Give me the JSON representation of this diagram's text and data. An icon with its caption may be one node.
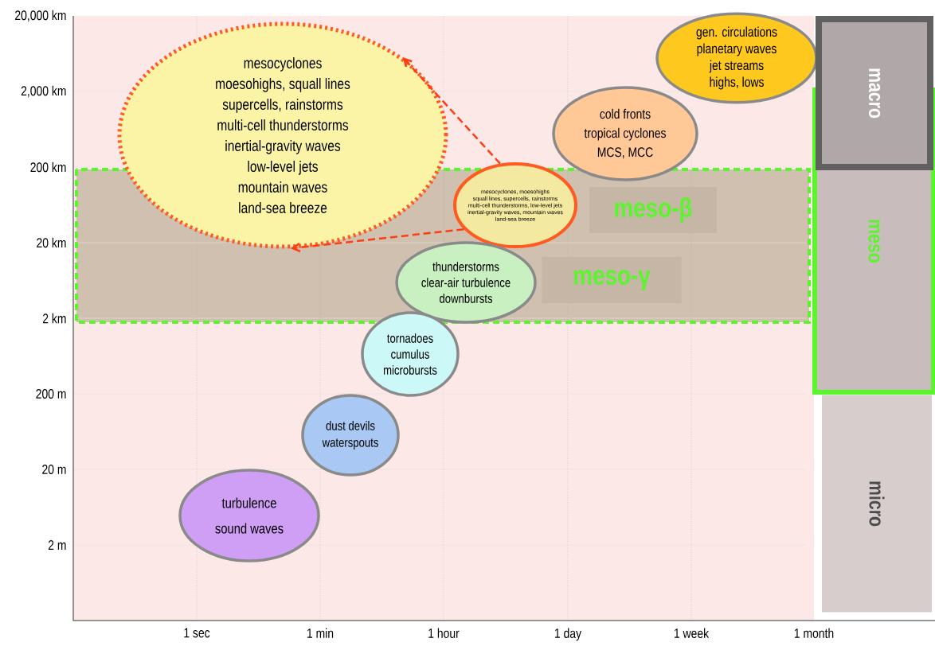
{
  "diagram": {
    "nodes": [
      {
        "text": [
          "mesocyclones",
          "moesohighs, squall lines",
          "supercells, rainstorms",
          "multi-cell thunderstorms",
          "inertial-gravity waves",
          "low-level jets",
          "mountain waves",
          "land-sea breeze"
        ]
      },
      {
        "text": [
          "gen. circulations",
          "planetary waves",
          "jet streams",
          "highs, lows"
        ]
      },
      {
        "text": [
          "cold fronts",
          "tropical cyclones",
          "MCS, MCC"
        ]
      },
      {
        "text": [
          "mesocyclones, moesohighs",
          "squall lines, supercells, rainstorms",
          "multi-cell thunderstorms, low-level jets",
          "inertial-gravity waves, mountain waves",
          "land-sea breeze"
        ]
      },
      {
        "text": [
          "meso-β"
        ]
      },
      {
        "text": [
          "thunderstorms",
          "clear-air turbulence",
          "downbursts"
        ]
      },
      {
        "text": [
          "meso-γ"
        ]
      },
      {
        "text": [
          "tornadoes",
          "cumulus",
          "microbursts"
        ]
      },
      {
        "text": [
          "dust devils",
          "waterspouts"
        ]
      },
      {
        "text": [
          "turbulence",
          "sound waves"
        ]
      },
      {
        "text": [
          "macro"
        ]
      },
      {
        "text": [
          "meso"
        ]
      },
      {
        "text": [
          "micro"
        ]
      }
    ],
    "edges": [
      {
        "from": 3,
        "to": 0,
        "arrow": "to",
        "style": "dashed",
        "color": "#ff3d12"
      },
      {
        "from": 3,
        "to": 0,
        "arrow": "to",
        "style": "dashed",
        "color": "#ff3d12"
      }
    ],
    "labels": [
      "20,000 km",
      "2,000 km",
      "200 km",
      "20 km",
      "2 km",
      "200 m",
      "20 m",
      "2 m",
      "1 sec",
      "1 min",
      "1 hour",
      "1 day",
      "1 week",
      "1 month"
    ]
  }
}
